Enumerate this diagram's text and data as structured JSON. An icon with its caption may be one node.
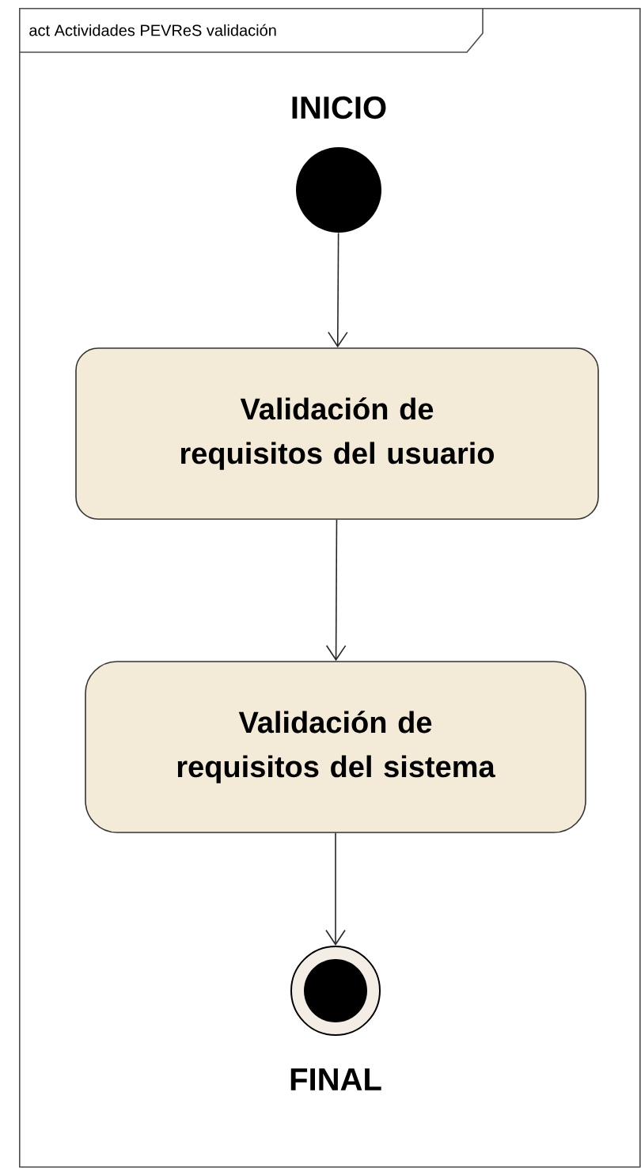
{
  "diagram": {
    "nodes": [
      {
        "text": [
          "act Actividades PEVReS validación"
        ]
      },
      {
        "text": [
          "INICIO"
        ],
        "in": 0
      },
      {
        "text": [
          "Validación de requisitos del usuario"
        ],
        "in": 0
      },
      {
        "text": [
          "Validación de requisitos del sistema"
        ],
        "in": 0
      },
      {
        "text": [
          "FINAL"
        ],
        "in": 0
      }
    ],
    "edges": [
      {
        "from": 1,
        "to": 2,
        "arrow": "to"
      },
      {
        "from": 2,
        "to": 3,
        "arrow": "to"
      },
      {
        "from": 3,
        "to": 4,
        "arrow": "to"
      }
    ]
  }
}
